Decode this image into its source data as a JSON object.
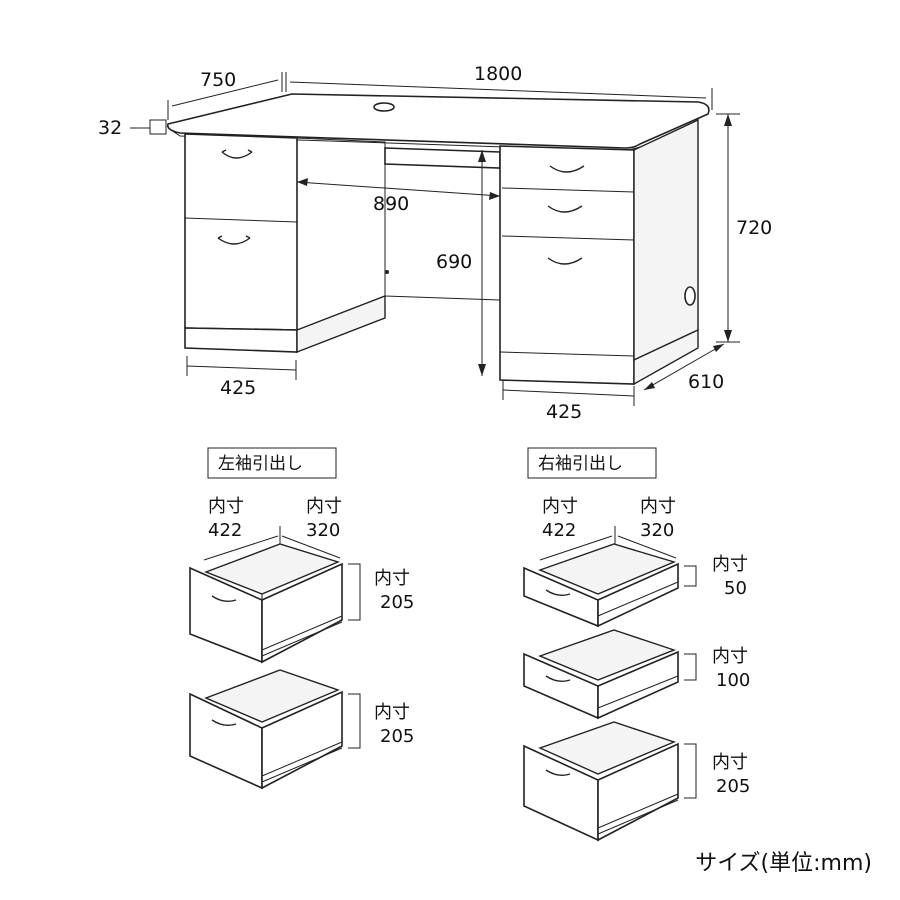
{
  "dimensions": {
    "depth": "750",
    "width": "1800",
    "top_thickness": "32",
    "knee_width": "890",
    "knee_height": "690",
    "height": "720",
    "left_pedestal_width": "425",
    "right_pedestal_width": "425",
    "pedestal_depth": "610"
  },
  "left_drawers": {
    "title": "左袖引出し",
    "inner_width_label": "内寸",
    "inner_width": "422",
    "inner_depth_label": "内寸",
    "inner_depth": "320",
    "drawers": [
      {
        "label": "内寸",
        "height": "205"
      },
      {
        "label": "内寸",
        "height": "205"
      }
    ]
  },
  "right_drawers": {
    "title": "右袖引出し",
    "inner_width_label": "内寸",
    "inner_width": "422",
    "inner_depth_label": "内寸",
    "inner_depth": "320",
    "drawers": [
      {
        "label": "内寸",
        "height": "50"
      },
      {
        "label": "内寸",
        "height": "100"
      },
      {
        "label": "内寸",
        "height": "205"
      }
    ]
  },
  "footer": "サイズ(単位:mm)"
}
